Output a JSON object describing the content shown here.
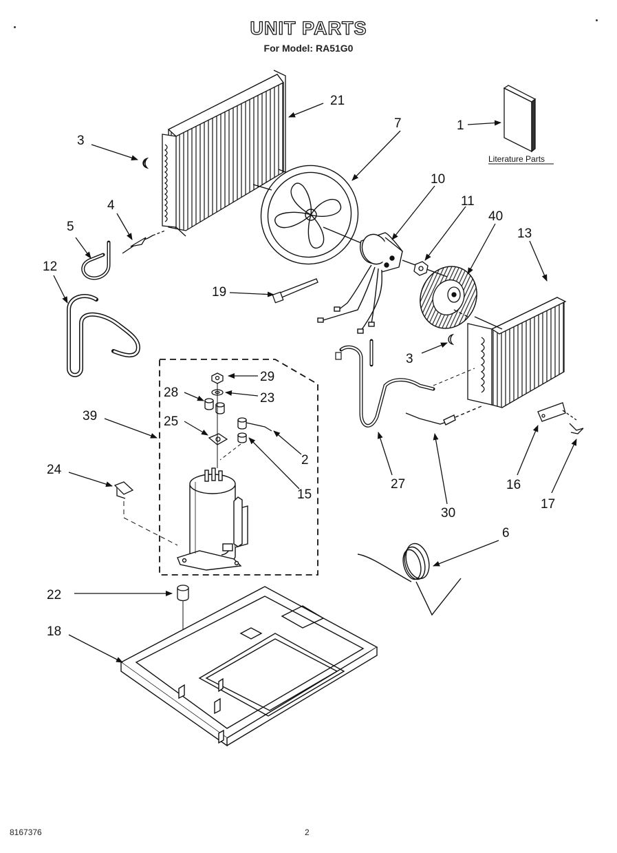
{
  "header": {
    "title": "UNIT PARTS",
    "subtitle": "For Model: RA51G0"
  },
  "footer": {
    "doc_code": "8167376",
    "page_number": "2"
  },
  "literature_label": "Literature Parts",
  "callouts": {
    "p1": "1",
    "p2": "2",
    "p3a": "3",
    "p3b": "3",
    "p4": "4",
    "p5": "5",
    "p6": "6",
    "p7": "7",
    "p10": "10",
    "p11": "11",
    "p12": "12",
    "p13": "13",
    "p15": "15",
    "p16": "16",
    "p17": "17",
    "p18": "18",
    "p19": "19",
    "p21": "21",
    "p22": "22",
    "p23": "23",
    "p24": "24",
    "p25": "25",
    "p27": "27",
    "p28": "28",
    "p29": "29",
    "p30": "30",
    "p39": "39",
    "p40": "40"
  }
}
